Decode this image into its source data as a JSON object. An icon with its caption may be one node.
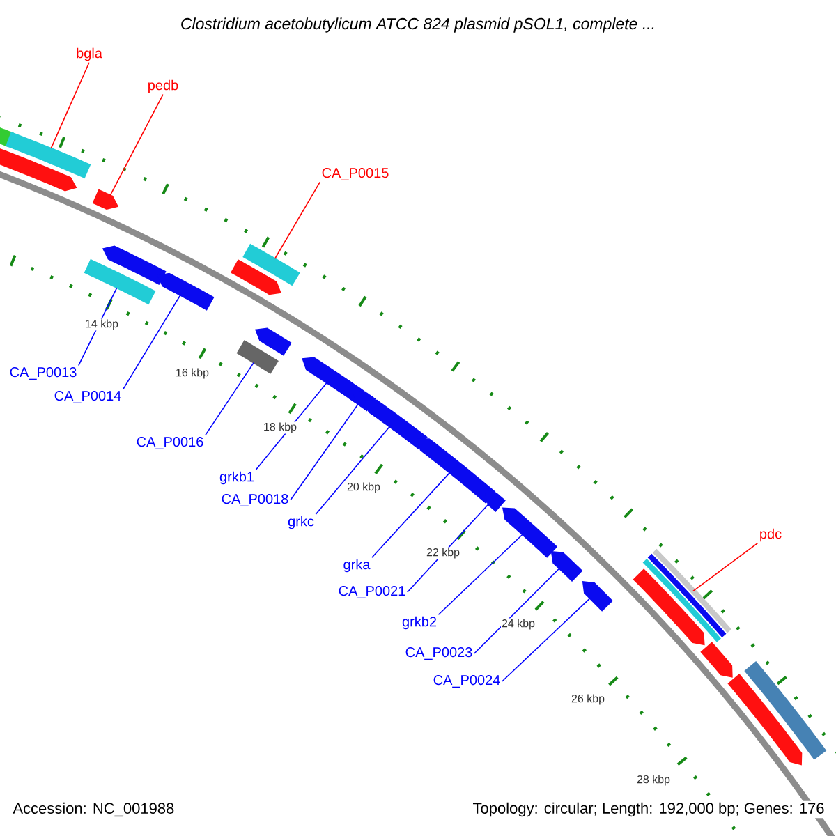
{
  "diagram": {
    "title": "Clostridium acetobutylicum ATCC 824 plasmid pSOL1, complete ...",
    "nodes": [
      {
        "text": [
          "bgla"
        ]
      },
      {
        "text": [
          "pedb"
        ]
      },
      {
        "text": [
          "CA_P0015"
        ]
      },
      {
        "text": [
          "pdc"
        ]
      },
      {
        "text": [
          "CA_P0013"
        ]
      },
      {
        "text": [
          "CA_P0014"
        ]
      },
      {
        "text": [
          "CA_P0016"
        ]
      },
      {
        "text": [
          "grkb1"
        ]
      },
      {
        "text": [
          "CA_P0018"
        ]
      },
      {
        "text": [
          "grkc"
        ]
      },
      {
        "text": [
          "grka"
        ]
      },
      {
        "text": [
          "CA_P0021"
        ]
      },
      {
        "text": [
          "grkb2"
        ]
      },
      {
        "text": [
          "CA_P0023"
        ]
      },
      {
        "text": [
          "CA_P0024"
        ]
      },
      {
        "text": [],
        "shape": "box"
      },
      {
        "text": [],
        "shape": "box"
      },
      {
        "text": [],
        "shape": "pentagon"
      },
      {
        "text": [],
        "shape": "pentagon"
      },
      {
        "text": [],
        "shape": "box"
      },
      {
        "text": [],
        "shape": "pentagon"
      },
      {
        "text": [],
        "shape": "box"
      },
      {
        "text": [],
        "shape": "box"
      },
      {
        "text": [],
        "shape": "pentagon"
      },
      {
        "text": [],
        "shape": "pentagon"
      },
      {
        "text": [],
        "shape": "pentagon"
      },
      {
        "text": [],
        "shape": "pentagon"
      },
      {
        "text": [],
        "shape": "pentagon"
      },
      {
        "text": [],
        "shape": "pentagon"
      },
      {
        "text": [],
        "shape": "box"
      },
      {
        "text": [],
        "shape": "pentagon"
      },
      {
        "text": [],
        "shape": "pentagon"
      },
      {
        "text": [],
        "shape": "pentagon"
      },
      {
        "text": [],
        "shape": "pentagon"
      },
      {
        "text": [],
        "shape": "pentagon"
      },
      {
        "text": [],
        "shape": "pentagon"
      },
      {
        "text": [],
        "shape": "pentagon"
      },
      {
        "text": [],
        "shape": "pentagon"
      },
      {
        "text": [],
        "shape": "box"
      }
    ],
    "edges": [
      {
        "from": 0,
        "to": 16,
        "arrow": "none",
        "color": "#ff0000"
      },
      {
        "from": 1,
        "to": 18,
        "arrow": "none",
        "color": "#ff0000"
      },
      {
        "from": 2,
        "to": 19,
        "arrow": "none",
        "color": "#ff0000"
      },
      {
        "from": 3,
        "to": 21,
        "arrow": "none",
        "color": "#ff0000"
      },
      {
        "from": 4,
        "to": 38,
        "arrow": "none"
      },
      {
        "from": 5,
        "to": 27,
        "arrow": "none"
      },
      {
        "from": 6,
        "to": 29,
        "arrow": "none"
      },
      {
        "from": 7,
        "to": 30,
        "arrow": "none"
      },
      {
        "from": 8,
        "to": 31,
        "arrow": "none"
      },
      {
        "from": 9,
        "to": 32,
        "arrow": "none"
      },
      {
        "from": 10,
        "to": 33,
        "arrow": "none"
      },
      {
        "from": 11,
        "to": 34,
        "arrow": "none"
      },
      {
        "from": 12,
        "to": 35,
        "arrow": "none"
      },
      {
        "from": 13,
        "to": 36,
        "arrow": "none"
      },
      {
        "from": 14,
        "to": 37,
        "arrow": "none"
      }
    ],
    "labels": [
      "14 kbp",
      "16 kbp",
      "18 kbp",
      "20 kbp",
      "22 kbp",
      "24 kbp",
      "26 kbp",
      "28 kbp",
      "Accession: NC_001988",
      "Topology: circular; Length: 192,000 bp; Genes: 176"
    ]
  }
}
